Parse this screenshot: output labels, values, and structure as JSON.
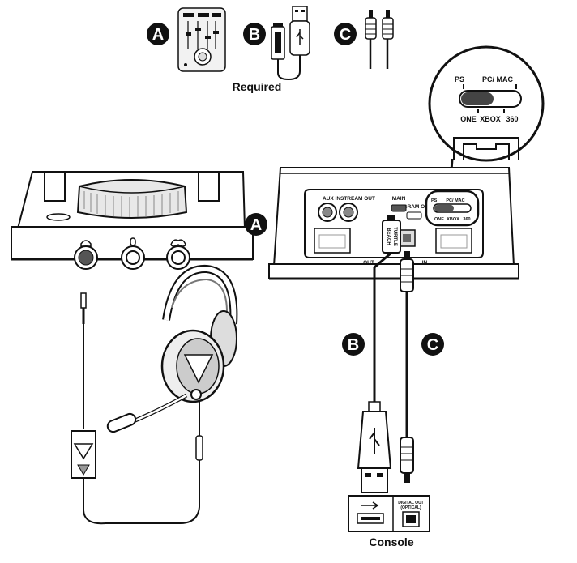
{
  "required": {
    "label": "Required",
    "items": [
      {
        "badge": "A",
        "icon": "amplifier-controller-icon"
      },
      {
        "badge": "B",
        "icon": "usb-micro-cable-icon"
      },
      {
        "badge": "C",
        "icon": "optical-cable-icon"
      }
    ]
  },
  "amp_front": {
    "badge": "A",
    "jacks": [
      "headphone-jack-icon",
      "microphone-jack-icon",
      "gamepad-jack-icon"
    ]
  },
  "amp_back": {
    "ports": {
      "aux_in": "AUX IN",
      "stream_out": "STREAM OUT",
      "main": "MAIN",
      "program_only": "PROGRAM ONLY",
      "out": "OUT",
      "in": "IN"
    },
    "switch": {
      "ps": "PS",
      "pc_mac": "PC/ MAC",
      "one": "ONE",
      "xbox": "XBOX",
      "x360": "360"
    }
  },
  "zoom_switch": {
    "ps": "PS",
    "pc_mac": "PC/ MAC",
    "one": "ONE",
    "xbox": "XBOX",
    "x360": "360"
  },
  "cables": {
    "b": "B",
    "c": "C"
  },
  "console": {
    "label": "Console",
    "digital_out": "DIGITAL OUT",
    "optical": "(OPTICAL)"
  },
  "brand": {
    "line1": "TURTLE",
    "line2": "BEACH"
  }
}
